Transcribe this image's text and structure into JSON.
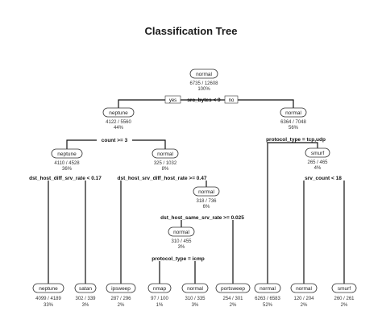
{
  "title": "Classification Tree",
  "root": {
    "label": "normal",
    "counts": "6735 / 12608",
    "pct": "100%"
  },
  "root_split": {
    "condition": "src_bytes < 9",
    "yes": "yes",
    "no": "no"
  },
  "n2": {
    "label": "neptune",
    "counts": "4122 / 5560",
    "pct": "44%"
  },
  "n3": {
    "label": "normal",
    "counts": "6364 / 7048",
    "pct": "56%"
  },
  "split2": "count >= 3",
  "split3": "protocol_type = tcp,udp",
  "n4": {
    "label": "neptune",
    "counts": "4110 / 4528",
    "pct": "36%"
  },
  "n5": {
    "label": "normal",
    "counts": "325 / 1032",
    "pct": "8%"
  },
  "n7": {
    "label": "smurf",
    "counts": "265 / 465",
    "pct": "4%"
  },
  "split4": "dst_host_diff_srv_rate < 0.17",
  "split5": "dst_host_srv_diff_host_rate >= 0.47",
  "split7": "srv_count < 18",
  "n11": {
    "label": "normal",
    "counts": "318 / 736",
    "pct": "6%"
  },
  "split11": "dst_host_same_srv_rate >= 0.025",
  "n22": {
    "label": "normal",
    "counts": "310 / 455",
    "pct": "3%"
  },
  "split22": "protocol_type = icmp",
  "leaves": [
    {
      "label": "neptune",
      "counts": "4099 / 4189",
      "pct": "33%"
    },
    {
      "label": "satan",
      "counts": "302 / 339",
      "pct": "3%"
    },
    {
      "label": "ipsweep",
      "counts": "287 / 296",
      "pct": "2%"
    },
    {
      "label": "nmap",
      "counts": "97 / 100",
      "pct": "1%"
    },
    {
      "label": "normal",
      "counts": "310 / 335",
      "pct": "3%"
    },
    {
      "label": "portsweep",
      "counts": "254 / 301",
      "pct": "2%"
    },
    {
      "label": "normal",
      "counts": "6263 / 6583",
      "pct": "52%"
    },
    {
      "label": "normal",
      "counts": "120 / 204",
      "pct": "2%"
    },
    {
      "label": "smurf",
      "counts": "260 / 261",
      "pct": "2%"
    }
  ]
}
